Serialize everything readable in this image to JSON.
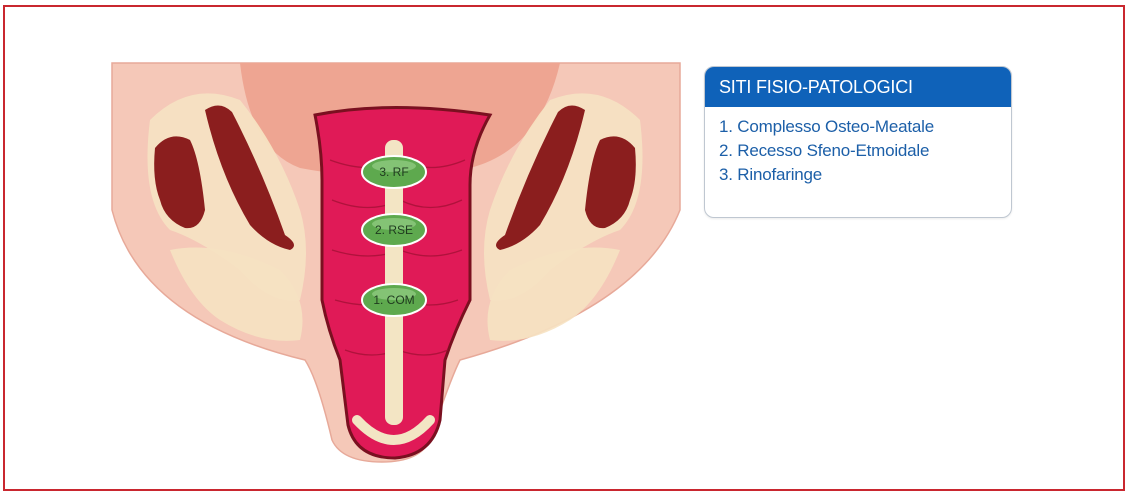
{
  "legend": {
    "title": "SITI FISIO-PATOLOGICI",
    "items": [
      "1. Complesso Osteo-Meatale",
      "2. Recesso Sfeno-Etmoidale",
      "3. Rinofaringe"
    ]
  },
  "sites": [
    {
      "id": "rf",
      "label": "3. RF"
    },
    {
      "id": "rse",
      "label": "2. RSE"
    },
    {
      "id": "com",
      "label": "1. COM"
    }
  ],
  "colors": {
    "frame": "#c9272f",
    "header": "#0f62b9",
    "legend_text": "#1c5fa8",
    "skin": "#f6c8ba",
    "bone": "#f6e3c3",
    "sinus_dark": "#8b1e1e",
    "nasal_cavity": "#e01c58",
    "site_marker": "#5ea94e"
  }
}
